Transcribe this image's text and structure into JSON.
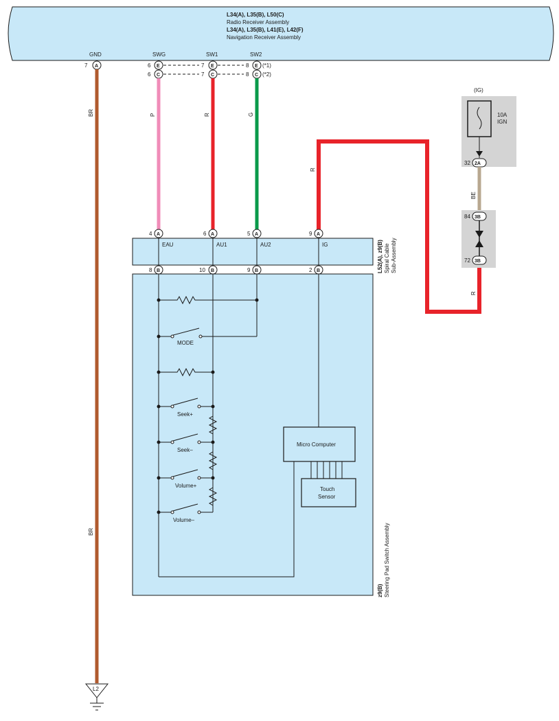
{
  "header": {
    "line1": "L34(A), L35(B), L50(C)",
    "line2": "Radio Receiver Assembly",
    "line3": "L34(A), L35(B), L41(E), L42(F)",
    "line4": "Navigation Receiver Assembly"
  },
  "terminals": {
    "gnd": "GND",
    "swg": "SWG",
    "sw1": "SW1",
    "sw2": "SW2"
  },
  "top_pins": {
    "gnd_num": "7",
    "gnd_conn": "A",
    "swg_e_num": "6",
    "swg_e_conn": "E",
    "swg_c_num": "6",
    "swg_c_conn": "C",
    "sw1_e_num": "7",
    "sw1_e_conn": "E",
    "sw1_c_num": "7",
    "sw1_c_conn": "C",
    "sw2_e_num": "8",
    "sw2_e_conn": "E",
    "sw2_c_num": "8",
    "sw2_c_conn": "C",
    "note1": "(*1)",
    "note2": "(*2)"
  },
  "wire_colors": {
    "br_top": "BR",
    "br_bottom": "BR",
    "p": "P",
    "r1": "R",
    "g": "G",
    "r2": "R",
    "be": "BE",
    "r3": "R"
  },
  "spiral": {
    "name1": "L52(A), z9(B)",
    "name2": "Spiral Cable",
    "name3": "Sub-Assembly",
    "top_pins": [
      {
        "num": "4",
        "conn": "A",
        "label": "EAU"
      },
      {
        "num": "6",
        "conn": "A",
        "label": "AU1"
      },
      {
        "num": "5",
        "conn": "A",
        "label": "AU2"
      },
      {
        "num": "9",
        "conn": "A",
        "label": "IG"
      }
    ],
    "bottom_pins": [
      {
        "num": "8",
        "conn": "B"
      },
      {
        "num": "10",
        "conn": "B"
      },
      {
        "num": "9",
        "conn": "B"
      },
      {
        "num": "2",
        "conn": "B"
      }
    ]
  },
  "switch_assy": {
    "name1": "z9(B)",
    "name2": "Steering Pad Switch Assembly",
    "mode": "MODE",
    "seek_plus": "Seek+",
    "seek_minus": "Seek–",
    "volume_plus": "Volume+",
    "volume_minus": "Volume–",
    "micro_computer": "Micro Computer",
    "touch_sensor_1": "Touch",
    "touch_sensor_2": "Sensor"
  },
  "fuse": {
    "group": "(IG)",
    "rating": "10A",
    "name": "IGN",
    "pin_num": "32",
    "pin_conn": "2A"
  },
  "junction": {
    "num_top": "84",
    "conn_top": "3B",
    "num_bottom": "72",
    "conn_bottom": "3B"
  },
  "ground": {
    "name": "L2"
  },
  "colors": {
    "body_fill": "#c8e8f8",
    "gray_box": "#d4d4d4",
    "brown": "#b05a2e",
    "pink": "#f08cb8",
    "red": "#e8232a",
    "green": "#0a9a4a",
    "beige": "#b8a890"
  }
}
